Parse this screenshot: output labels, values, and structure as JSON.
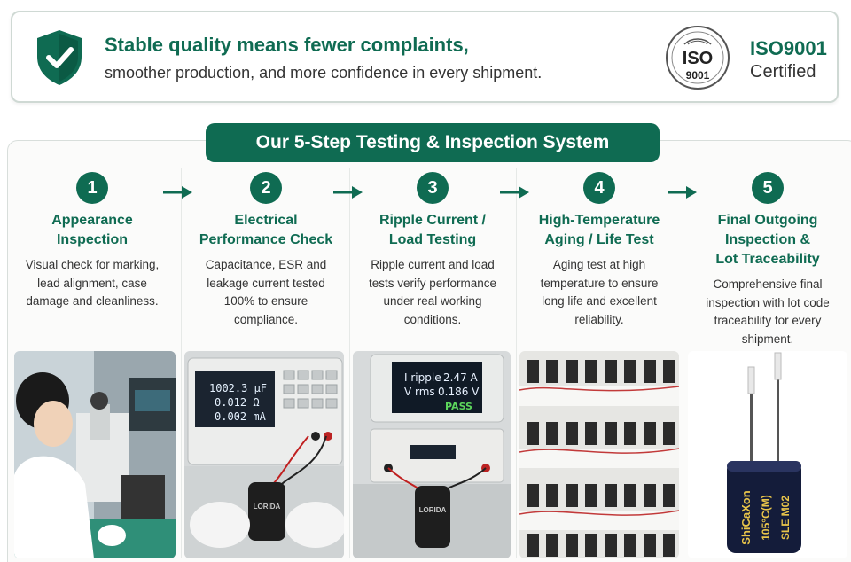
{
  "banner": {
    "headline": "Stable quality means fewer complaints,",
    "subline": "smoother production, and more confidence in every shipment.",
    "icon": "shield-check-icon",
    "seal_line1": "ISO",
    "seal_line2": "9001",
    "cert_title": "ISO9001",
    "cert_sub": "Certified"
  },
  "system": {
    "title": "Our 5-Step Testing & Inspection System",
    "steps": [
      {
        "number": "1",
        "title_l1": "Appearance",
        "title_l2": "Inspection",
        "title_l3": "",
        "desc_l1": "Visual check for marking,",
        "desc_l2": "lead alignment, case",
        "desc_l3": "damage and cleanliness.",
        "desc_l4": ""
      },
      {
        "number": "2",
        "title_l1": "Electrical",
        "title_l2": "Performance Check",
        "title_l3": "",
        "desc_l1": "Capacitance, ESR and",
        "desc_l2": "leakage current tested",
        "desc_l3": "100% to ensure",
        "desc_l4": "compliance."
      },
      {
        "number": "3",
        "title_l1": "Ripple Current /",
        "title_l2": "Load Testing",
        "title_l3": "",
        "desc_l1": "Ripple current and load",
        "desc_l2": "tests verify performance",
        "desc_l3": "under real working",
        "desc_l4": "conditions."
      },
      {
        "number": "4",
        "title_l1": "High-Temperature",
        "title_l2": "Aging / Life Test",
        "title_l3": "",
        "desc_l1": "Aging test at high",
        "desc_l2": "temperature to ensure",
        "desc_l3": "long life and excellent",
        "desc_l4": "reliability."
      },
      {
        "number": "5",
        "title_l1": "Final Outgoing",
        "title_l2": "Inspection &",
        "title_l3": "Lot Traceability",
        "desc_l1": "Comprehensive final",
        "desc_l2": "inspection with lot code",
        "desc_l3": "traceability for every",
        "desc_l4": "shipment."
      }
    ],
    "meter": {
      "line1": "1002.3 µF",
      "line2": "0.012 Ω",
      "line3": "0.002 mA"
    },
    "ripple": {
      "line1_label": "I ripple",
      "line1_value": "2.47 A",
      "line2_label": "V rms",
      "line2_value": "0.186 V",
      "status": "PASS"
    },
    "capacitor_brand": "LORIDA",
    "final_cap_text1": "ShiCaXon",
    "final_cap_text2": "105°C(M)",
    "final_cap_text3": "SLE M02"
  },
  "colors": {
    "brand_green": "#0f6b52",
    "text": "#333333"
  }
}
